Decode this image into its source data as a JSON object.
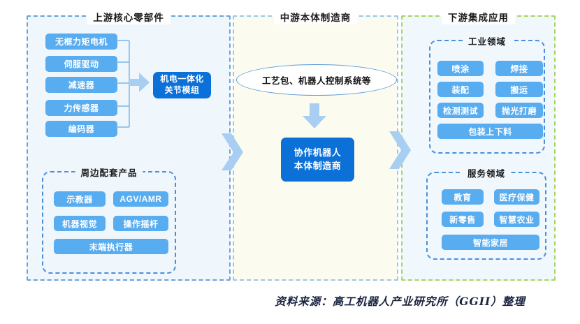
{
  "sections": {
    "upstream": {
      "title": "上游核心零部件",
      "components": [
        "无框力矩电机",
        "伺服驱动",
        "减速器",
        "力传感器",
        "编码器"
      ],
      "module": {
        "line1": "机电一体化",
        "line2": "关节模组"
      },
      "peripheral": {
        "title": "周边配套产品",
        "items": [
          "示教器",
          "AGV/AMR",
          "机器视觉",
          "操作摇杆",
          "末端执行器"
        ]
      }
    },
    "midstream": {
      "title": "中游本体制造商",
      "ellipse_label": "工艺包、机器人控制系统等",
      "manufacturer": {
        "line1": "协作机器人",
        "line2": "本体制造商"
      }
    },
    "downstream": {
      "title": "下游集成应用",
      "industrial": {
        "title": "工业领域",
        "items": [
          "喷涂",
          "焊接",
          "装配",
          "搬运",
          "检测测试",
          "抛光打磨",
          "包装上下料"
        ]
      },
      "service": {
        "title": "服务领域",
        "items": [
          "教育",
          "医疗保健",
          "新零售",
          "智慧农业",
          "智能家居"
        ]
      }
    }
  },
  "caption": {
    "text": "资料来源：高工机器人产业研究所（GGII）整理"
  },
  "colors": {
    "chip_blue": "#58acf0",
    "chip_dark_blue": "#0b70d8",
    "arrow_light_blue": "#a8cef2",
    "connector_blue": "#7eb6e8",
    "upstream_border": "#6aa3d8",
    "midstream_border": "#9cc6ec",
    "downstream_border": "#a9d45c",
    "subbox_border": "#4a90d9",
    "upstream_bg": "#eff6fc",
    "midstream_bg": "#fbfcef",
    "downstream_bg": "#f0f7fd",
    "ellipse_border": "#5b9bd5",
    "caption_color": "#1b2440"
  }
}
